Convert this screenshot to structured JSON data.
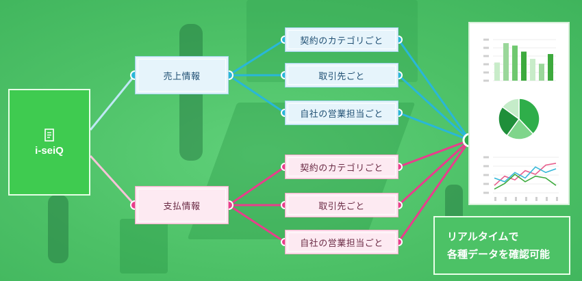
{
  "root": {
    "icon": "document-icon",
    "label": "i-seiQ"
  },
  "groups": [
    {
      "label": "売上情報",
      "color": "#29b7d8",
      "items": [
        "契約のカテゴリごと",
        "取引先ごと",
        "自社の営業担当ごと"
      ]
    },
    {
      "label": "支払情報",
      "color": "#e83e8c",
      "items": [
        "契約のカテゴリごと",
        "取引先ごと",
        "自社の営業担当ごと"
      ]
    }
  ],
  "caption": {
    "line1": "リアルタイムで",
    "line2": "各種データを確認可能"
  },
  "dashboard": {
    "bar_chart": {
      "values": [
        30,
        62,
        58,
        48,
        36,
        28,
        44
      ],
      "colors": [
        "#c8ecc9",
        "#9ad79a",
        "#6fc86f",
        "#3daa3d",
        "#c8ecc9",
        "#9ad79a",
        "#3daa3d"
      ]
    },
    "pie_chart": {
      "values": [
        38,
        22,
        25,
        15
      ],
      "colors": [
        "#2fae4a",
        "#7fd58b",
        "#1f8f3a",
        "#c5ecc9"
      ]
    },
    "line_chart": {
      "series": [
        {
          "color": "#e85d8c",
          "values": [
            20,
            45,
            35,
            60,
            50,
            75,
            80
          ]
        },
        {
          "color": "#35b7d8",
          "values": [
            40,
            30,
            55,
            40,
            70,
            55,
            65
          ]
        },
        {
          "color": "#3daa3d",
          "values": [
            10,
            25,
            50,
            30,
            45,
            40,
            20
          ]
        }
      ]
    }
  }
}
